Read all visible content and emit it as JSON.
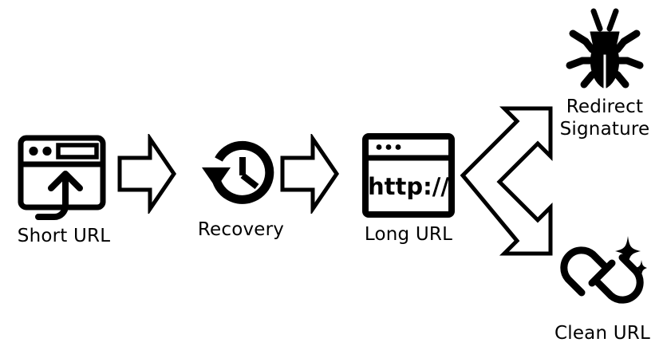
{
  "diagram": {
    "title": "Short URL recovery and classification flow",
    "background_color": "#ffffff",
    "stroke_color": "#000000",
    "text_color": "#000000"
  },
  "nodes": [
    {
      "id": "short-url",
      "label": "Short URL",
      "icon": "browser-window-up-arrow-icon"
    },
    {
      "id": "recovery",
      "label": "Recovery",
      "icon": "clock-counterclockwise-arrow-icon"
    },
    {
      "id": "long-url",
      "label": "Long URL",
      "icon": "browser-window-http-icon",
      "icon_text": "http://"
    },
    {
      "id": "redirect-signature",
      "label": "Redirect\nSignature",
      "icon": "bug-icon"
    },
    {
      "id": "clean-url",
      "label": "Clean URL",
      "icon": "chain-link-sparkle-icon"
    }
  ],
  "connectors": [
    {
      "id": "arrow-1",
      "icon": "block-arrow-right-icon",
      "from": "short-url",
      "to": "recovery"
    },
    {
      "id": "arrow-2",
      "icon": "block-arrow-right-icon",
      "from": "recovery",
      "to": "long-url"
    },
    {
      "id": "arrow-fork",
      "icon": "fork-arrow-split-icon",
      "from": "long-url",
      "to": "redirect-signature, clean-url"
    }
  ]
}
